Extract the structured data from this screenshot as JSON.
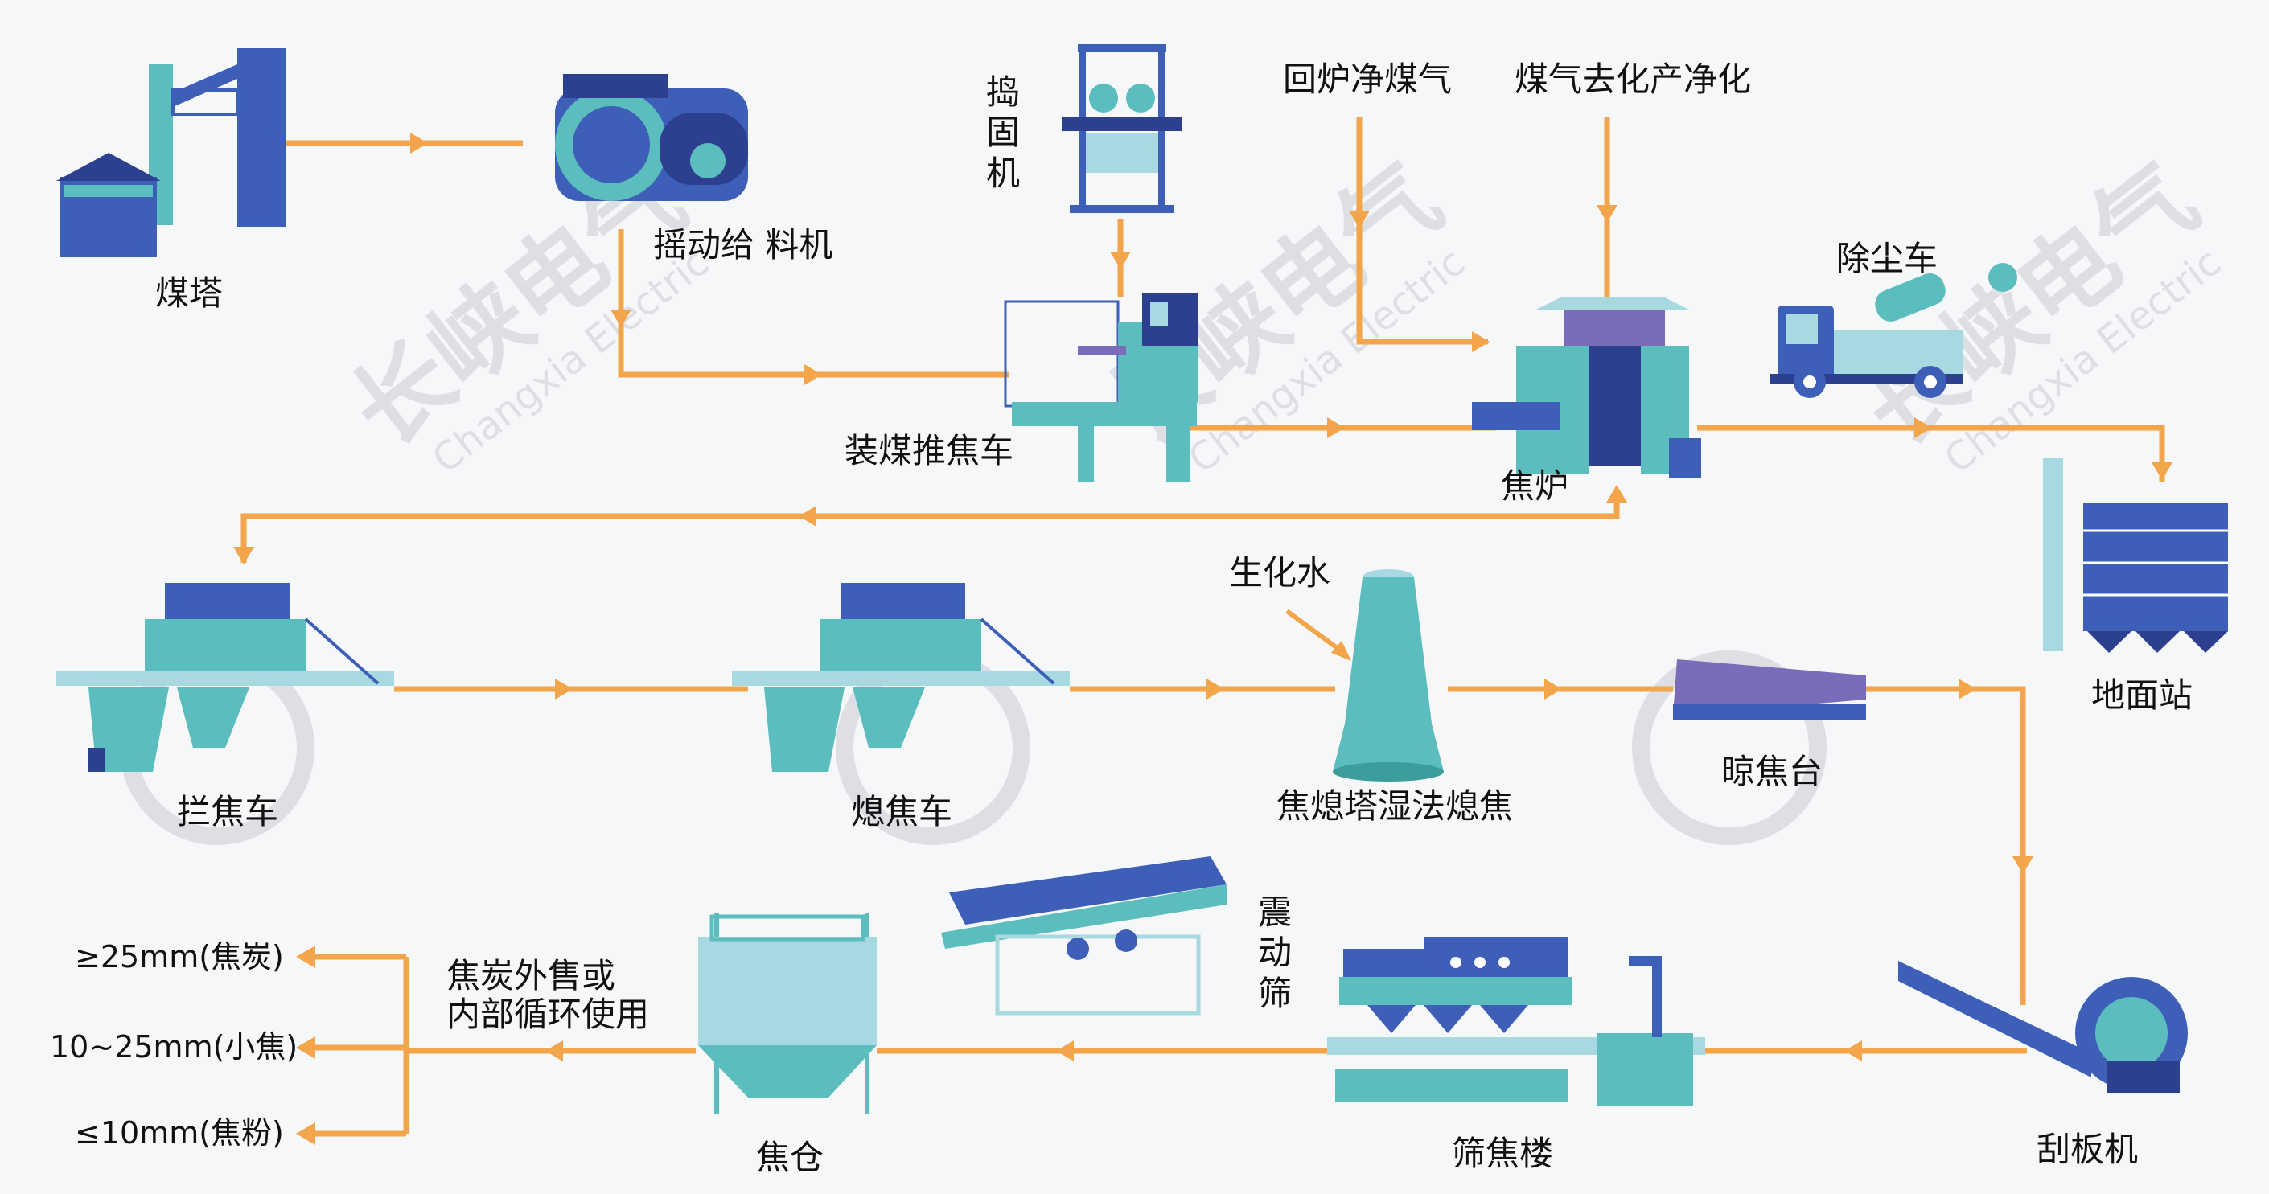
{
  "watermark": {
    "brand_cn": "长峡电气",
    "brand_en": "Changxia Electric"
  },
  "colors": {
    "flow": "#f2a54a",
    "blue": "#3d5fb8",
    "teal": "#5bbdbd",
    "dark": "#2d3f8f",
    "purple": "#7a6cb8",
    "light": "#a8d8e0"
  },
  "nodes": {
    "coal_tower": "煤塔",
    "feeder": "摇动给 料机",
    "tamper": "捣\n固\n机",
    "charging_car": "装煤推焦车",
    "return_gas": "回炉净煤气",
    "gas_to_chem": "煤气去化产净化",
    "coke_oven": "焦炉",
    "dust_truck": "除尘车",
    "ground_station": "地面站",
    "guide_car": "拦焦车",
    "quench_car": "熄焦车",
    "bio_water": "生化水",
    "quench_tower": "焦熄塔湿法熄焦",
    "cooling_wharf": "晾焦台",
    "scraper": "刮板机",
    "screening_bldg": "筛焦楼",
    "vibrating_screen": "震\n动\n筛",
    "coke_bin": "焦仓",
    "sale_text": "焦炭外售或\n内部循环使用",
    "out_large": "≥25mm(焦炭)",
    "out_mid": "10~25mm(小焦)",
    "out_small": "≤10mm(焦粉)"
  }
}
